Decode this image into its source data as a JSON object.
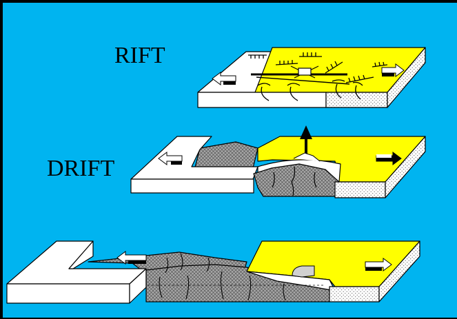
{
  "colors": {
    "background": "#00B4F0",
    "continent_white": "#FFFFFF",
    "continent_yellow": "#FFFF00",
    "oceanic_crust": "#9A9A9A",
    "outline": "#000000"
  },
  "stages": [
    {
      "id": "rift",
      "label": "RIFT"
    },
    {
      "id": "drift",
      "label": "DRIFT"
    },
    {
      "id": "ocean-basin",
      "label": ""
    }
  ],
  "icons": [
    "arrow-left-icon",
    "arrow-right-icon",
    "arrow-up-icon",
    "fault-icon"
  ]
}
